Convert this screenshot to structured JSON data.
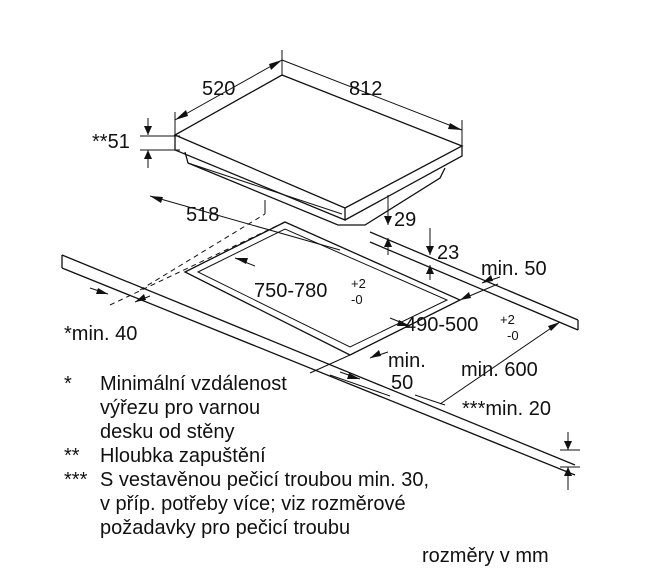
{
  "dimensions": {
    "width_520": "520",
    "length_812": "812",
    "depth_51": "**51",
    "cutout_518": "518",
    "height_29": "29",
    "height_23": "23",
    "cutout_length": "750-780",
    "cutout_length_tol_plus": "+2",
    "cutout_length_tol_minus": "-0",
    "cutout_depth": "490-500",
    "cutout_depth_tol_plus": "+2",
    "cutout_depth_tol_minus": "-0",
    "min_50_right": "min. 50",
    "min_40_front": "*min. 40",
    "min_50_front_a": "min.",
    "min_50_front_b": "50",
    "min_600": "min. 600",
    "min_20": "***min. 20"
  },
  "notes": [
    {
      "mark": "*",
      "lines": [
        "Minimální vzdálenost",
        "výřezu pro varnou",
        "desku od stěny"
      ]
    },
    {
      "mark": "**",
      "lines": [
        "Hloubka zapuštění"
      ]
    },
    {
      "mark": "***",
      "lines": [
        "S vestavěnou pečicí troubou min. 30,",
        "v příp. potřeby více; viz rozměrové",
        "požadavky pro pečicí troubu"
      ]
    }
  ],
  "units": "rozměry v mm"
}
